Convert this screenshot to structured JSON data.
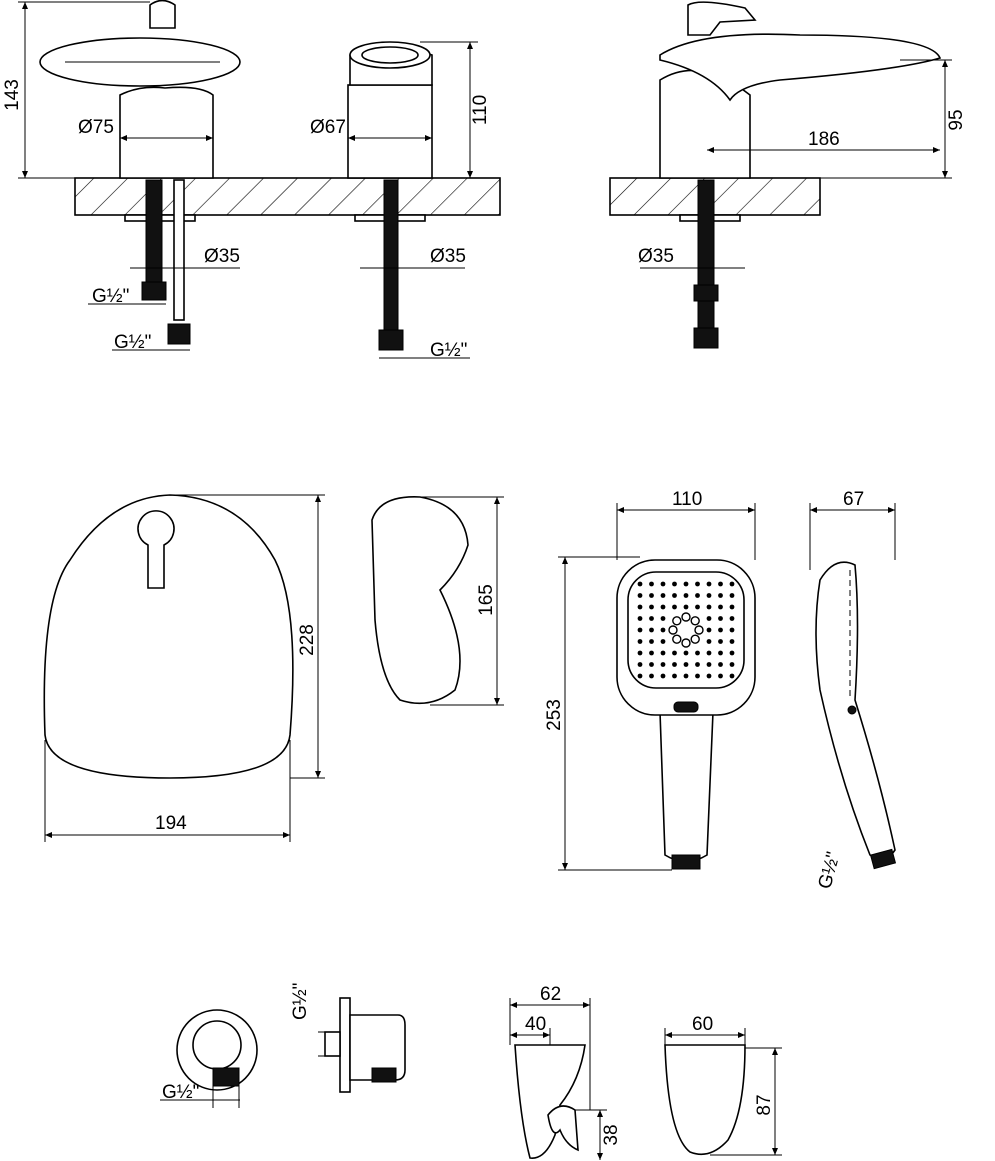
{
  "top": {
    "height_total": "143",
    "diameter_left": "Ø75",
    "diameter_mid": "Ø67",
    "height_mid": "110",
    "height_right": "95",
    "reach_right": "186",
    "pipe_diameter_1": "Ø35",
    "pipe_diameter_2": "Ø35",
    "pipe_diameter_3": "Ø35",
    "thread_1": "G½\"",
    "thread_2": "G½\"",
    "thread_3": "G½\""
  },
  "middle": {
    "plate_height": "228",
    "plate_width": "194",
    "spout_height": "165",
    "shower_width": "110",
    "shower_depth": "67",
    "shower_length": "253",
    "shower_thread": "G½\""
  },
  "bottom": {
    "outlet_thread": "G½\"",
    "bracket_thread": "G½\"",
    "holder_width": "62",
    "holder_inner": "40",
    "holder_height": "38",
    "cup_width": "60",
    "cup_height": "87"
  }
}
